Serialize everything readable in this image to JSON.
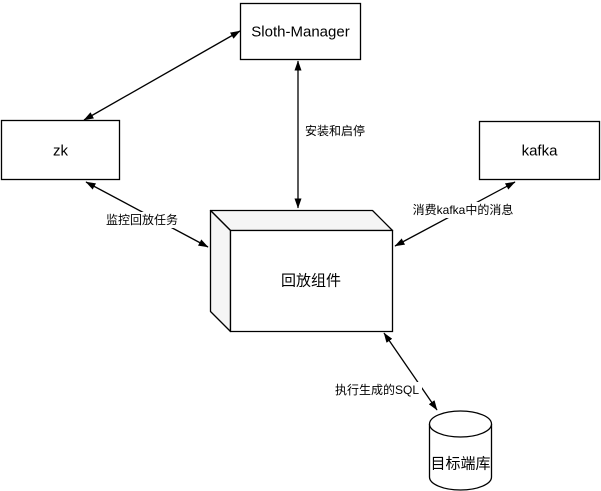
{
  "diagram": {
    "type": "architecture-diagram",
    "colors": {
      "background": "#ffffff",
      "stroke": "#000000",
      "node_fill": "#ffffff",
      "cube_shade": "#f5f5f5",
      "label_bg": "#ffffff",
      "text": "#000000"
    },
    "nodes": [
      {
        "id": "sloth-manager",
        "label": "Sloth-Manager",
        "shape": "rectangle"
      },
      {
        "id": "zk",
        "label": "zk",
        "shape": "rectangle"
      },
      {
        "id": "kafka",
        "label": "kafka",
        "shape": "rectangle"
      },
      {
        "id": "replay-component",
        "label": "回放组件",
        "shape": "cube"
      },
      {
        "id": "target-db",
        "label": "目标端库",
        "shape": "cylinder"
      }
    ],
    "edges": [
      {
        "from": "zk",
        "to": "sloth-manager",
        "label": "",
        "direction": "bidirectional"
      },
      {
        "from": "sloth-manager",
        "to": "replay-component",
        "label": "安装和启停",
        "direction": "bidirectional"
      },
      {
        "from": "zk",
        "to": "replay-component",
        "label": "监控回放任务",
        "direction": "bidirectional"
      },
      {
        "from": "kafka",
        "to": "replay-component",
        "label": "消费kafka中的消息",
        "direction": "bidirectional"
      },
      {
        "from": "replay-component",
        "to": "target-db",
        "label": "执行生成的SQL",
        "direction": "bidirectional"
      }
    ]
  }
}
